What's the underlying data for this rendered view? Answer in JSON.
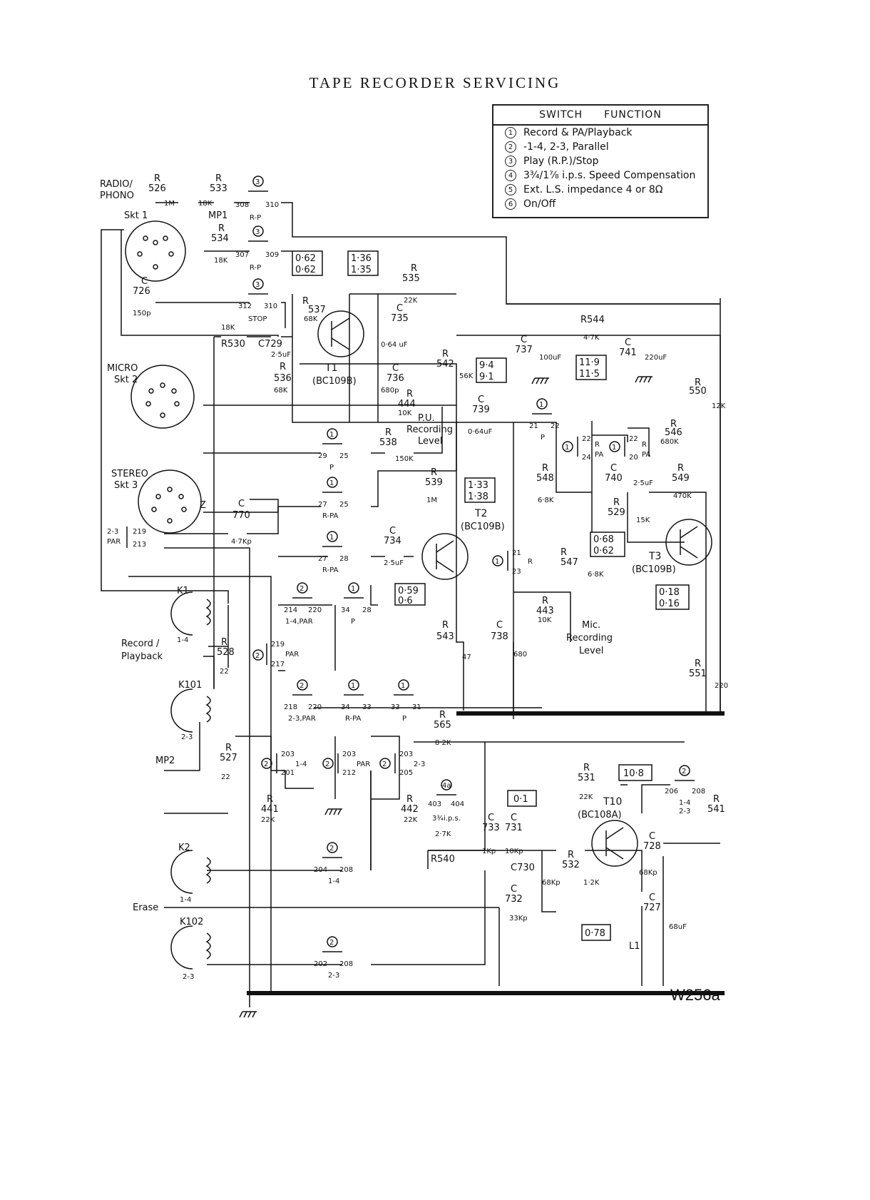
{
  "page": {
    "title": "TAPE RECORDER SERVICING",
    "diagram_id": "W256a"
  },
  "legend": {
    "header_switch": "SWITCH",
    "header_function": "FUNCTION",
    "rows": [
      {
        "num": "1",
        "text": "Record & PA/Playback"
      },
      {
        "num": "2",
        "text": "-1-4, 2-3, Parallel"
      },
      {
        "num": "3",
        "text": "Play (R.P.)/Stop"
      },
      {
        "num": "4",
        "text": "3¾/1⅞ i.p.s. Speed Compensation"
      },
      {
        "num": "5",
        "text": "Ext. L.S. impedance 4 or 8Ω"
      },
      {
        "num": "6",
        "text": "On/Off"
      }
    ]
  },
  "labels": {
    "radio_phono_1": "RADIO/",
    "radio_phono_2": "PHONO",
    "skt1": "Skt 1",
    "mp1": "MP1",
    "micro": "MICRO",
    "skt2": "Skt 2",
    "stereo": "STEREO",
    "skt3": "Skt 3",
    "z": "Z",
    "k1": "K1",
    "k101": "K101",
    "k2": "K2",
    "k102": "K102",
    "mp2": "MP2",
    "l1": "L1",
    "record_playback_1": "Record /",
    "record_playback_2": "Playback",
    "erase": "Erase",
    "pu_1": "P.U.",
    "pu_2": "Recording",
    "pu_3": "Level",
    "mic_1": "Mic.",
    "mic_2": "Recording",
    "mic_3": "Level",
    "t1": "T1",
    "t1_type": "(BC109B)",
    "t2": "T2",
    "t2_type": "(BC109B)",
    "t3": "T3",
    "t3_type": "(BC109B)",
    "t10": "T10",
    "t10_type": "(BC108A)",
    "r": "R",
    "c": "C",
    "r526": "526",
    "v1m_a": "1M",
    "r533": "533",
    "v18k_a": "18K",
    "r534": "534",
    "v18k_b": "18K",
    "c726": "726",
    "v150p": "150p",
    "v18k_c": "18K",
    "r530": "R530",
    "c729": "C729",
    "v25uf_a": "2·5uF",
    "r537": "537",
    "v68k_a": "68K",
    "r536": "536",
    "v68k_b": "68K",
    "r535": "535",
    "v22k_a": "22K",
    "c735": "735",
    "v064uf_a": "0·64 uF",
    "c736": "736",
    "v680p": "680p",
    "r444": "444",
    "v10k_a": "10K",
    "r542": "542",
    "v56k": "56K",
    "c737": "737",
    "v100uf": "100uF",
    "r544": "R544",
    "v47k": "4·7K",
    "c741": "741",
    "v220uf": "220uF",
    "r550": "550",
    "v12k": "12K",
    "c739": "739",
    "v064uf_b": "0·64uF",
    "r538": "538",
    "v150k": "150K",
    "r539": "539",
    "v1m_b": "1M",
    "r546": "546",
    "v680k": "680K",
    "c740": "740",
    "v25uf_b": "2·5uF",
    "r548": "548",
    "v68k_c": "6·8K",
    "r549": "549",
    "v470k": "470K",
    "r529": "529",
    "v15k": "15K",
    "c770": "770",
    "v47kp": "4·7Kp",
    "c734": "734",
    "v25uf_c": "2·5uF",
    "r547": "547",
    "v68k_d": "6·8K",
    "r443": "443",
    "v10k_b": "10K",
    "r543": "543",
    "v47": "47",
    "c738": "738",
    "v680": "680",
    "r528": "528",
    "v22_a": "22",
    "r551": "551",
    "v220": "220",
    "r565": "565",
    "v82k": "8·2K",
    "r527": "527",
    "v22_b": "22",
    "r441": "441",
    "v22k_b": "22K",
    "r442": "442",
    "v22k_c": "22K",
    "v27k": "2·7K",
    "r540": "R540",
    "c733": "733",
    "v1kp": "1Kp",
    "c731": "731",
    "v10kp": "10Kp",
    "c730": "C730",
    "v68kp_a": "68Kp",
    "r531": "531",
    "v22k_d": "22K",
    "r532": "532",
    "v12k_b": "1·2K",
    "c728": "728",
    "v68kp_b": "68Kp",
    "c732": "732",
    "v33kp": "33Kp",
    "c727": "727",
    "v68uf": "68uF",
    "r541": "541"
  },
  "voltages": {
    "t1_base_1": "0·62",
    "t1_base_2": "0·62",
    "t1_coll_1": "1·36",
    "t1_coll_2": "1·35",
    "supply_1": "9·4",
    "supply_2": "9·1",
    "supply_b_1": "11·9",
    "supply_b_2": "11·5",
    "t2_coll_1": "1·33",
    "t2_coll_2": "1·38",
    "t2_em_1": "0·59",
    "t2_em_2": "0·6",
    "t3_base_1": "0·68",
    "t3_base_2": "0·62",
    "t3_em_1": "0·18",
    "t3_em_2": "0·16",
    "t10_a": "10·8",
    "t10_b": "0·1",
    "t10_c": "0·78"
  },
  "switches": {
    "s3a_n": "3",
    "s3a_c": "308",
    "s3a_d": "310",
    "s3a_f": "R-P",
    "s3b_n": "3",
    "s3b_c": "307",
    "s3b_d": "309",
    "s3b_f": "R-P",
    "s3c_n": "3",
    "s3c_c": "312",
    "s3c_d": "310",
    "s3c_f": "STOP",
    "s1a_n": "1",
    "s1a_c": "29",
    "s1a_d": "25",
    "s1a_f": "P",
    "s1b_n": "1",
    "s1b_c": "27",
    "s1b_d": "25",
    "s1b_f": "R-PA",
    "s1c_n": "1",
    "s1c_c": "27",
    "s1c_d": "28",
    "s1c_f": "R-PA",
    "s2a_n": "2",
    "s2a_c": "214",
    "s2a_d": "220",
    "s2a_f": "1-4,PAR",
    "s1d_n": "1",
    "s1d_c": "34",
    "s1d_d": "28",
    "s1d_f": "P",
    "s2b_n": "2",
    "s2b_c": "218",
    "s2b_d": "220",
    "s2b_f": "2-3,PAR",
    "s1e_n": "1",
    "s1e_c": "34",
    "s1e_d": "33",
    "s1e_f": "R-PA",
    "s1f_n": "1",
    "s1f_c": "33",
    "s1f_d": "31",
    "s1f_f": "P",
    "s1g_n": "1",
    "s1g_c": "21",
    "s1g_d": "22",
    "s1g_f": "P",
    "s1h_n": "1",
    "s1h_c": "22",
    "s1h_d": "24",
    "s1h_f": "R",
    "s1h_x": "PA",
    "s1i_n": "1",
    "s1i_c": "22",
    "s1i_d": "20",
    "s1i_f": "R",
    "s1i_x": "PA",
    "s1j_n": "1",
    "s1j_c": "21",
    "s1j_d": "23",
    "s1j_f": "R",
    "s2c_n": "2",
    "s2c_a": "219",
    "s2c_b": "217",
    "s2c_f": "PAR",
    "s23_a": "2-3",
    "s23_b": "PAR",
    "s23_c": "219",
    "s23_d": "213",
    "s2d_n": "2",
    "s2d_a": "203",
    "s2d_b": "201",
    "s2d_f": "1-4",
    "s2e_n": "2",
    "s2e_a": "203",
    "s2e_b": "212",
    "s2e_f": "PAR",
    "s2f_n": "2",
    "s2f_a": "203",
    "s2f_b": "205",
    "s2f_f": "2-3",
    "s4_n": "4a",
    "s4_c": "403",
    "s4_d": "404",
    "s4_f": "3¾i.p.s.",
    "s2g_n": "2",
    "s2g_c": "204",
    "s2g_d": "208",
    "s2g_f": "1-4",
    "s2h_n": "2",
    "s2h_c": "202",
    "s2h_d": "208",
    "s2h_f": "2-3",
    "s2i_n": "2",
    "s2i_c": "206",
    "s2i_d": "208",
    "s2i_f": "1-4",
    "s2i_g": "2-3",
    "k1_sw": "1-4",
    "k101_sw": "2-3",
    "k2_sw": "1-4",
    "k102_sw": "2-3"
  }
}
